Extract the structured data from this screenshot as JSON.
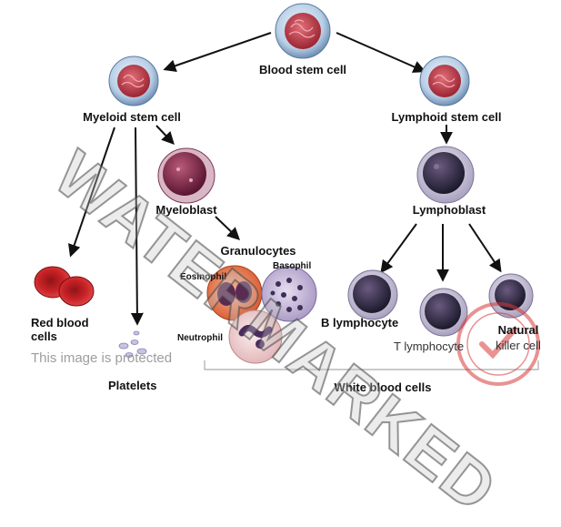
{
  "labels": {
    "blood_stem_cell": "Blood stem cell",
    "myeloid_stem_cell": "Myeloid stem cell",
    "lymphoid_stem_cell": "Lymphoid stem cell",
    "myeloblast": "Myeloblast",
    "lymphoblast": "Lymphoblast",
    "granulocytes": "Granulocytes",
    "eosinophil": "Eosinophil",
    "basophil": "Basophil",
    "neutrophil": "Neutrophil",
    "red_blood_cells_line1": "Red blood",
    "red_blood_cells_line2": "cells",
    "platelets": "Platelets",
    "b_lymphocyte": "B lymphocyte",
    "t_lymphocyte": "T lymphocyte",
    "natural_killer_line1": "Natural",
    "natural_killer_line2": "killer cell",
    "white_blood_cells": "White blood cells"
  },
  "watermark": {
    "text": "WATERMARKED",
    "notice": "This image is protected"
  },
  "colors": {
    "stem_outer": "#b9cfe6",
    "stem_inner": "#c43b4a",
    "blast_body": "#8a2a4a",
    "red_cell": "#d1282c",
    "lymph_body": "#2a2840",
    "eosinophil": "#e06a3a",
    "basophil": "#b9a9cf",
    "neutrophil": "#e9c7c7",
    "stamp": "#d83a3a"
  }
}
